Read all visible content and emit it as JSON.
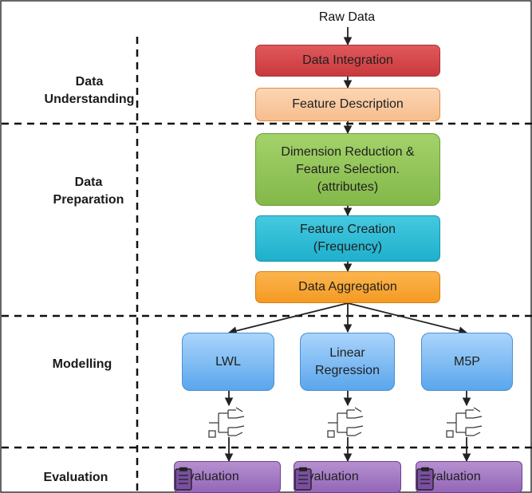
{
  "raw_data": "Raw Data",
  "phases": {
    "understanding": "Data\nUnderstanding",
    "preparation": "Data\nPreparation",
    "modelling": "Modelling",
    "evaluation": "Evaluation"
  },
  "steps": {
    "integration": "Data Integration",
    "description": "Feature Description",
    "dimension": [
      "Dimension Reduction &",
      "Feature Selection.",
      "(attributes)"
    ],
    "creation": [
      "Feature Creation",
      "(Frequency)"
    ],
    "aggregation": "Data Aggregation"
  },
  "models": {
    "lwl": "LWL",
    "linear": [
      "Linear",
      "Regression"
    ],
    "m5p": "M5P"
  },
  "evaluation_boxes": [
    "Evaluation",
    "Evaluation",
    "Evaluation"
  ],
  "icons": {
    "model_tree": "tree-icon",
    "evaluation": "clipboard-icon"
  },
  "colors": {
    "integration": "#d9484c",
    "description": "#f9c9a0",
    "dimension": "#92c75a",
    "creation": "#2abdd6",
    "aggregation": "#f8a83a",
    "model": "#7ab8f2",
    "evaluation": "#a57cc4"
  }
}
